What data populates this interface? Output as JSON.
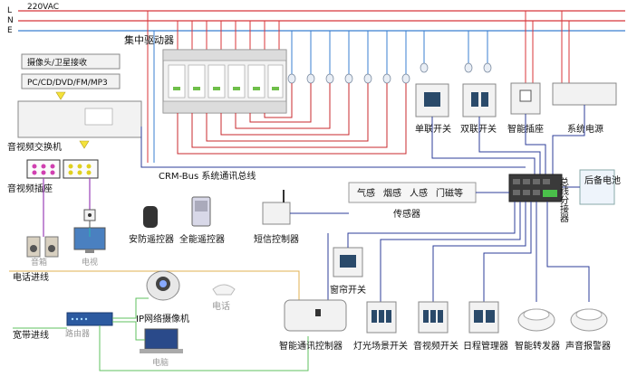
{
  "power_lines": {
    "l": "L",
    "n": "N",
    "e": "E",
    "voltage": "220VAC"
  },
  "labels": {
    "central_driver": "集中驱动器",
    "camera_satellite": "摄像头/卫星接收",
    "media_sources": "PC/CD/DVD/FM/MP3",
    "av_switcher": "音视频交换机",
    "av_socket": "音视频插座",
    "crm_bus": "CRM-Bus 系统通讯总线",
    "single_switch": "单联开关",
    "double_switch": "双联开关",
    "smart_socket": "智能插座",
    "system_power": "系统电源",
    "backup_battery": "后备电池",
    "bus_distributor": "总线分接器",
    "sensor_items": [
      "气感",
      "烟感",
      "人感",
      "门磁等"
    ],
    "sensor": "传感器",
    "speaker": "音箱",
    "tv": "电视",
    "security_remote": "安防遥控器",
    "universal_remote": "全能遥控器",
    "sms_controller": "短信控制器",
    "phone_line": "电话进线",
    "curtain_switch": "窗帘开关",
    "ip_camera": "IP网络摄像机",
    "telephone": "电话",
    "broadband_line": "宽带进线",
    "router": "路由器",
    "computer": "电脑",
    "smart_comm_controller": "智能通讯控制器",
    "light_scene_switch": "灯光场景开关",
    "av_switch": "音视频开关",
    "schedule_manager": "日程管理器",
    "smart_repeater": "智能转发器",
    "sound_alarm": "声音报警器"
  },
  "colors": {
    "line_L": "#d8363a",
    "line_N": "#d8363a",
    "line_E": "#3a7fd0",
    "bus_red": "#c8282e",
    "bus_blue": "#2c3e9a",
    "cable_purple": "#9a3fb8",
    "cable_cyan": "#2ab5b5",
    "cable_green": "#5fc05f",
    "cable_orange": "#e0b050",
    "device_fill": "#f2f2f2"
  }
}
